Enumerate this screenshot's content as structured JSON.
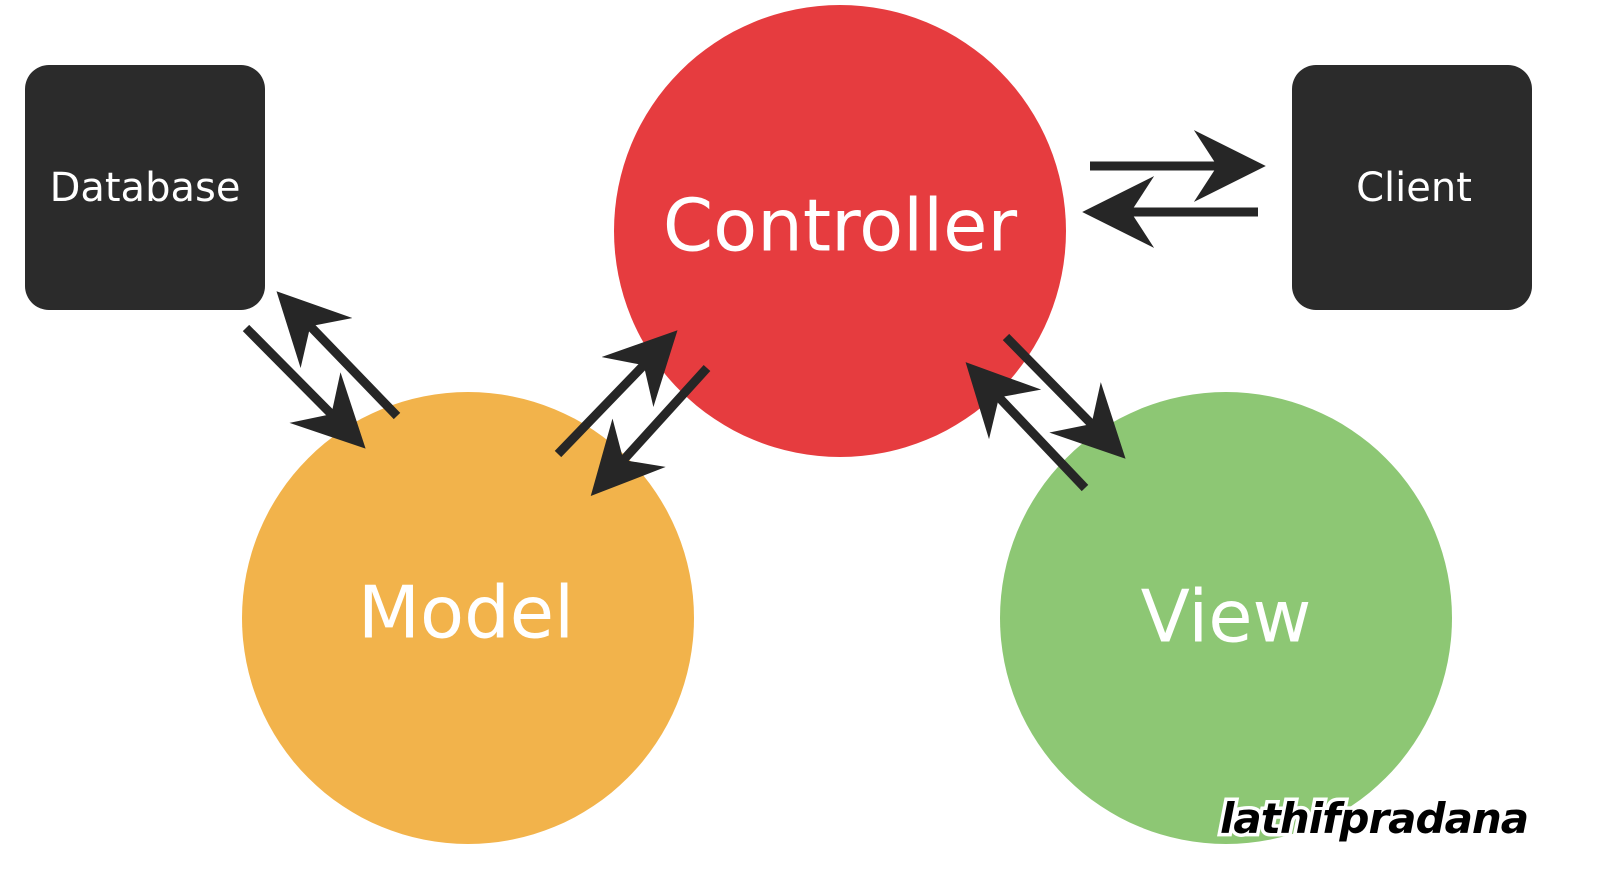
{
  "nodes": {
    "database": {
      "label": "Database",
      "color": "#2b2b2b"
    },
    "client": {
      "label": "Client",
      "color": "#2b2b2b"
    },
    "controller": {
      "label": "Controller",
      "color": "#e63c3f"
    },
    "model": {
      "label": "Model",
      "color": "#f2b34b"
    },
    "view": {
      "label": "View",
      "color": "#8dc774"
    }
  },
  "connections": [
    {
      "from": "Database",
      "to": "Model",
      "bidirectional": true
    },
    {
      "from": "Model",
      "to": "Controller",
      "bidirectional": true
    },
    {
      "from": "Controller",
      "to": "View",
      "bidirectional": true
    },
    {
      "from": "Controller",
      "to": "Client",
      "bidirectional": true
    }
  ],
  "watermark": "lathifpradana",
  "arrow_color": "#262626"
}
